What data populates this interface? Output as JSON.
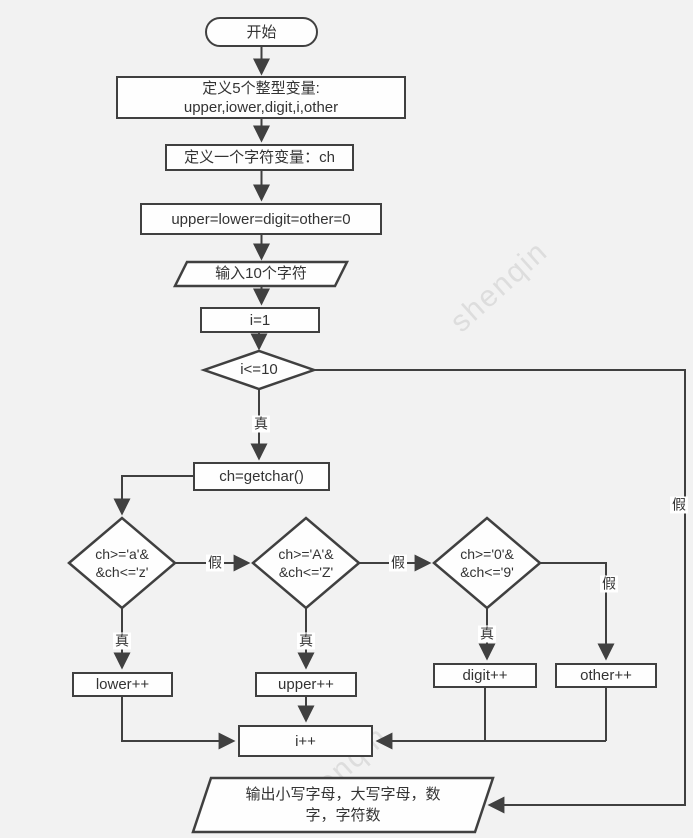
{
  "canvas": {
    "background": "#f2f2f2",
    "shape_fill": "#fefefe",
    "stroke_color": "#404040",
    "text_color": "#333333"
  },
  "watermark": {
    "text": "shenqin"
  },
  "nodes": {
    "start": {
      "label": "开始"
    },
    "declare_ints": {
      "line1": "定义5个整型变量:",
      "line2": "upper,iower,digit,i,other"
    },
    "declare_char": {
      "label": "定义一个字符变量：ch"
    },
    "init_vars": {
      "label": "upper=lower=digit=other=0"
    },
    "input_chars": {
      "label": "输入10个字符"
    },
    "init_i": {
      "label": "i=1"
    },
    "loop_cond": {
      "label": "i<=10"
    },
    "getchar": {
      "label": "ch=getchar()"
    },
    "cond_lower": {
      "line1": "ch>='a'&",
      "line2": "&ch<='z'"
    },
    "cond_upper": {
      "line1": "ch>='A'&",
      "line2": "&ch<='Z'"
    },
    "cond_digit": {
      "line1": "ch>='0'&",
      "line2": "&ch<='9'"
    },
    "inc_lower": {
      "label": "lower++"
    },
    "inc_upper": {
      "label": "upper++"
    },
    "inc_digit": {
      "label": "digit++"
    },
    "inc_other": {
      "label": "other++"
    },
    "inc_i": {
      "label": "i++"
    },
    "output": {
      "line1": "输出小写字母，大写字母，数",
      "line2": "字，字符数"
    }
  },
  "edge_labels": {
    "true": "真",
    "false": "假"
  }
}
